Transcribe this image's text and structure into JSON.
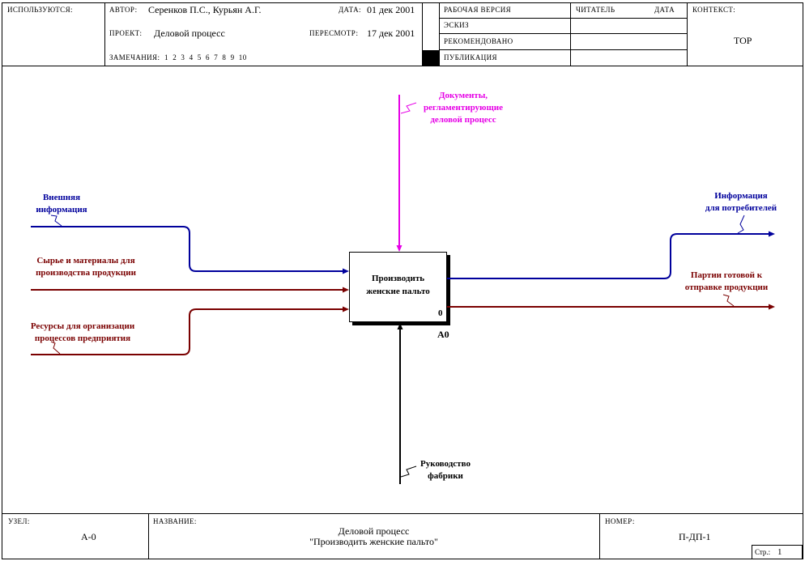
{
  "header": {
    "used_label": "ИСПОЛЬЗУЮТСЯ:",
    "author_label": "АВТОР:",
    "author_value": "Серенков П.С., Курьян А.Г.",
    "date_label": "ДАТА:",
    "date_value": "01 дек 2001",
    "project_label": "ПРОЕКТ:",
    "project_value": "Деловой процесс",
    "revision_label": "ПЕРЕСМОТР:",
    "revision_value": "17 дек 2001",
    "notes_label": "ЗАМЕЧАНИЯ:",
    "notes_numbers": "1  2  3  4  5  6  7  8  9  10",
    "status": [
      "РАБОЧАЯ ВЕРСИЯ",
      "ЭСКИЗ",
      "РЕКОМЕНДОВАНО",
      "ПУБЛИКАЦИЯ"
    ],
    "reader_label": "ЧИТАТЕЛЬ",
    "reader_date_label": "ДАТА",
    "context_label": "КОНТЕКСТ:",
    "context_value": "TOP"
  },
  "diagram": {
    "activity": {
      "lines": [
        "Производить",
        "женские пальто"
      ],
      "number": "0",
      "node": "А0"
    },
    "arrows": {
      "control": {
        "lines": [
          "Документы,",
          "регламентирующие",
          "деловой процесс"
        ],
        "color": "#e600e6"
      },
      "mechanism": {
        "lines": [
          "Руководство",
          "фабрики"
        ],
        "color": "#000000"
      },
      "input1": {
        "lines": [
          "Внешняя",
          "информация"
        ],
        "color": "#00009c"
      },
      "input2": {
        "lines": [
          "Сырье и материалы для",
          "производства продукции"
        ],
        "color": "#7a0000"
      },
      "input3": {
        "lines": [
          "Ресурсы для организации",
          "процессов предприятия"
        ],
        "color": "#7a0000"
      },
      "output1": {
        "lines": [
          "Информация",
          "для потребителей"
        ],
        "color": "#00009c"
      },
      "output2": {
        "lines": [
          "Партии готовой к",
          "отправке продукции"
        ],
        "color": "#7a0000"
      }
    }
  },
  "footer": {
    "node_label": "УЗЕЛ:",
    "node_value": "А-0",
    "title_label": "НАЗВАНИЕ:",
    "title_lines": [
      "Деловой процесс",
      "\"Производить женские пальто\""
    ],
    "number_label": "НОМЕР:",
    "number_value": "П-ДП-1",
    "page_label": "Стр.:",
    "page_value": "1"
  }
}
